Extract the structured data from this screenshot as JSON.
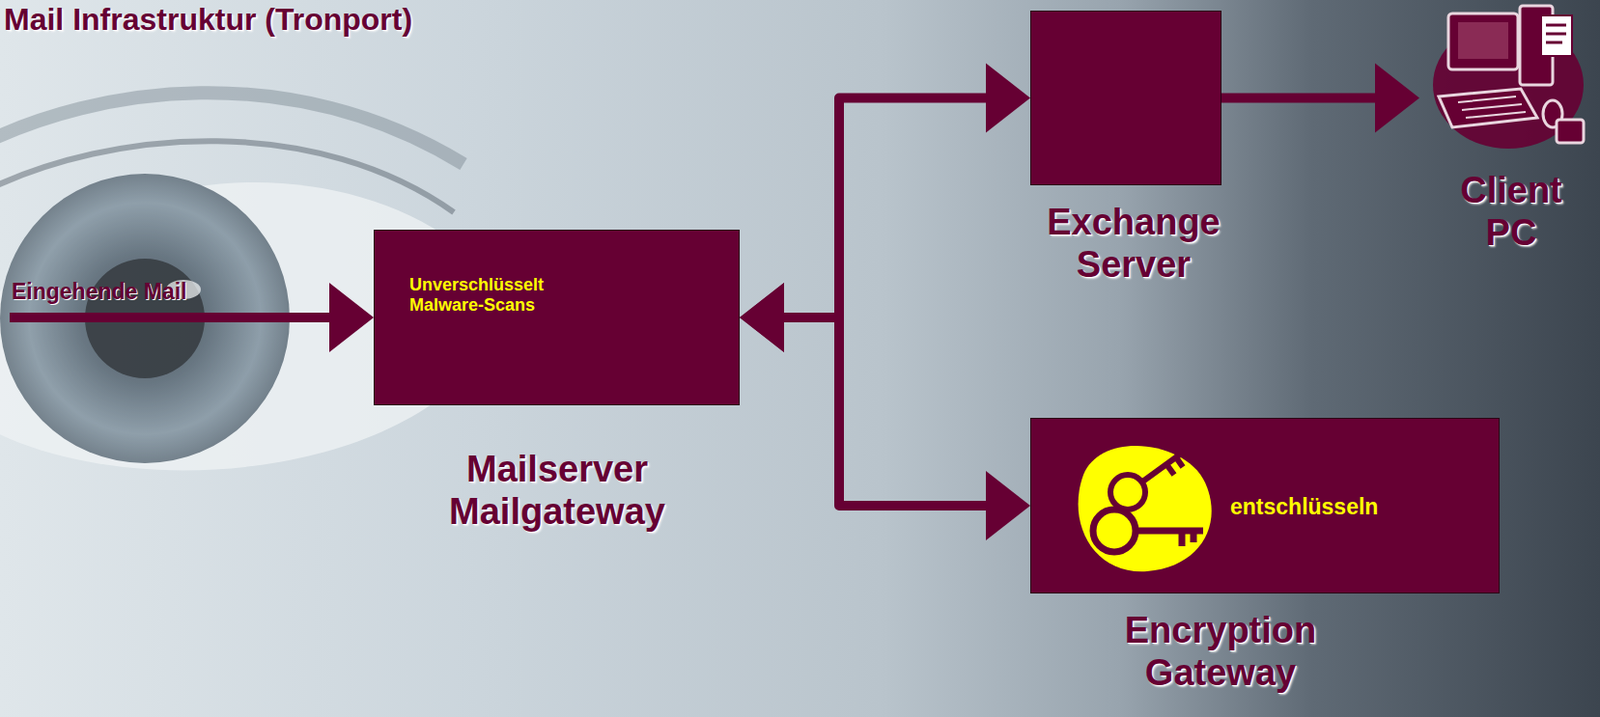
{
  "diagram": {
    "title": "Mail Infrastruktur (Tronport)",
    "nodes": [
      {
        "text": [
          "Unverschlüsselt Malware-Scans",
          "Mailserver Mailgateway"
        ]
      },
      {
        "text": [
          "Exchange Server"
        ]
      },
      {
        "text": [
          "Client PC"
        ]
      },
      {
        "text": [
          "entschlüsseln",
          "Encryption Gateway"
        ]
      }
    ],
    "edges": [
      {
        "from": 0,
        "to": 1,
        "arrow": "both"
      },
      {
        "from": 0,
        "to": 3,
        "arrow": "both"
      },
      {
        "from": 1,
        "to": 2,
        "arrow": "to"
      }
    ],
    "labels": [
      "Eingehende Mail"
    ]
  }
}
